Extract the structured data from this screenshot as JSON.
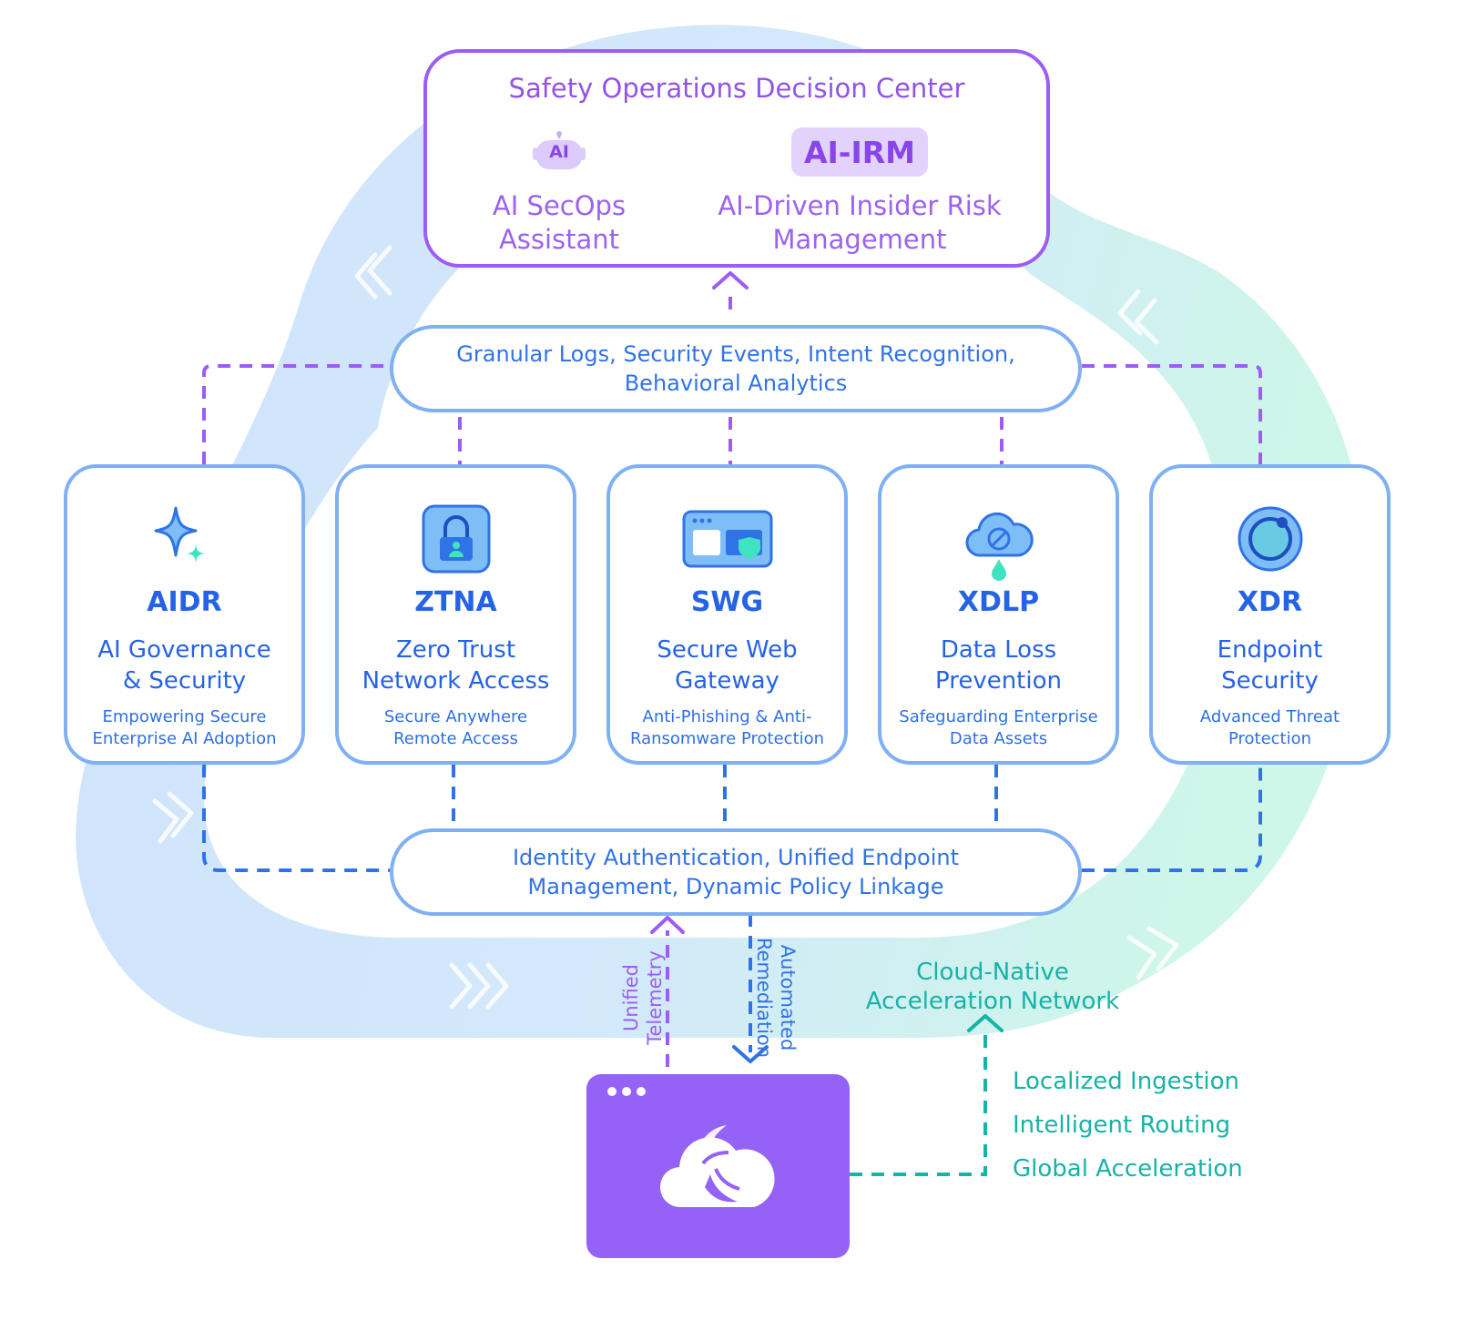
{
  "decision_center": {
    "title": "Safety Operations Decision Center",
    "ai_badge": "AI",
    "ai_assistant": [
      "AI SecOps",
      "Assistant"
    ],
    "irm_badge": "AI-IRM",
    "irm_label": [
      "AI-Driven Insider Risk",
      "Management"
    ]
  },
  "top_pill": [
    "Granular Logs, Security Events, Intent Recognition,",
    "Behavioral Analytics"
  ],
  "bottom_pill": [
    "Identity Authentication, Unified Endpoint",
    "Management, Dynamic Policy Linkage"
  ],
  "cards": [
    {
      "abbr": "AIDR",
      "name": [
        "AI Governance",
        "& Security"
      ],
      "desc": [
        "Empowering Secure",
        "Enterprise AI Adoption"
      ],
      "icon": "sparkle-icon"
    },
    {
      "abbr": "ZTNA",
      "name": [
        "Zero Trust",
        "Network Access"
      ],
      "desc": [
        "Secure Anywhere",
        "Remote Access"
      ],
      "icon": "lock-user-icon"
    },
    {
      "abbr": "SWG",
      "name": [
        "Secure Web",
        "Gateway"
      ],
      "desc": [
        "Anti-Phishing & Anti-",
        "Ransomware Protection"
      ],
      "icon": "browser-shield-icon"
    },
    {
      "abbr": "XDLP",
      "name": [
        "Data Loss",
        "Prevention"
      ],
      "desc": [
        "Safeguarding Enterprise",
        "Data Assets"
      ],
      "icon": "cloud-block-icon"
    },
    {
      "abbr": "XDR",
      "name": [
        "Endpoint",
        "Security"
      ],
      "desc": [
        "Advanced Threat",
        "Protection"
      ],
      "icon": "target-ring-icon"
    }
  ],
  "flows": {
    "telemetry": [
      "Unified",
      "Telemetry"
    ],
    "remediation": [
      "Automated",
      "Remediation"
    ]
  },
  "network": {
    "title": [
      "Cloud-Native",
      "Acceleration Network"
    ],
    "features": [
      "Localized Ingestion",
      "Intelligent Routing",
      "Global Acceleration"
    ]
  },
  "colors": {
    "purple": "#9d5cf5",
    "blue": "#2f73e7",
    "card_border": "#7fb0f5",
    "teal": "#16b3a6",
    "ring_blue": "#d6e8fb",
    "ring_green": "#d2f7ec"
  }
}
